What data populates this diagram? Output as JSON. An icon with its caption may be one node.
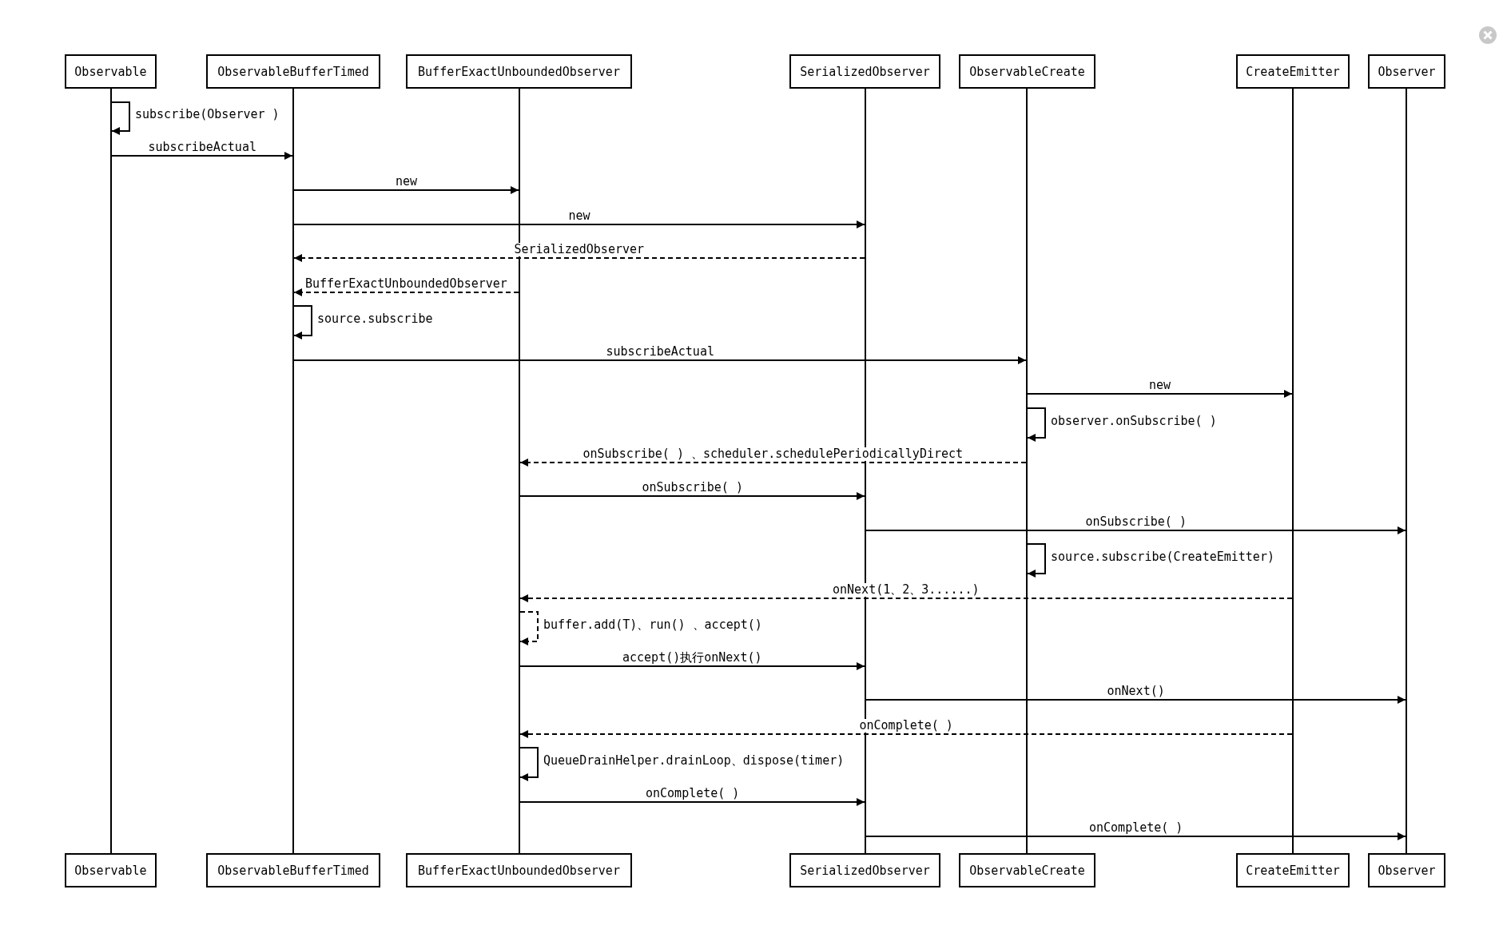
{
  "diagram": {
    "nodes": [
      {
        "text": [
          "Observable"
        ]
      },
      {
        "text": [
          "ObservableBufferTimed"
        ]
      },
      {
        "text": [
          "BufferExactUnboundedObserver"
        ]
      },
      {
        "text": [
          "SerializedObserver"
        ]
      },
      {
        "text": [
          "ObservableCreate"
        ]
      },
      {
        "text": [
          "CreateEmitter"
        ]
      },
      {
        "text": [
          "Observer"
        ]
      },
      {
        "text": [],
        "shape": "bar"
      },
      {
        "text": [],
        "shape": "bar"
      },
      {
        "text": [],
        "shape": "bar"
      },
      {
        "text": [],
        "shape": "bar"
      },
      {
        "text": [],
        "shape": "bar"
      },
      {
        "text": [],
        "shape": "bar"
      },
      {
        "text": [],
        "shape": "bar"
      },
      {
        "text": [
          "Observable"
        ]
      },
      {
        "text": [
          "ObservableBufferTimed"
        ]
      },
      {
        "text": [
          "BufferExactUnboundedObserver"
        ]
      },
      {
        "text": [
          "SerializedObserver"
        ]
      },
      {
        "text": [
          "ObservableCreate"
        ]
      },
      {
        "text": [
          "CreateEmitter"
        ]
      },
      {
        "text": [
          "Observer"
        ]
      }
    ],
    "edges": [
      {
        "from": 7,
        "to": 7,
        "arrow": "to",
        "label": "subscribe(Observer )"
      },
      {
        "from": 7,
        "to": 8,
        "arrow": "to",
        "label": "subscribeActual"
      },
      {
        "from": 8,
        "to": 9,
        "arrow": "to",
        "label": "new"
      },
      {
        "from": 8,
        "to": 10,
        "arrow": "to",
        "label": "new"
      },
      {
        "from": 10,
        "to": 8,
        "arrow": "to",
        "label": "SerializedObserver",
        "style": "dashed"
      },
      {
        "from": 9,
        "to": 8,
        "arrow": "to",
        "label": "BufferExactUnboundedObserver",
        "style": "dashed"
      },
      {
        "from": 8,
        "to": 8,
        "arrow": "to",
        "label": "source.subscribe"
      },
      {
        "from": 8,
        "to": 11,
        "arrow": "to",
        "label": "subscribeActual"
      },
      {
        "from": 11,
        "to": 12,
        "arrow": "to",
        "label": "new"
      },
      {
        "from": 11,
        "to": 11,
        "arrow": "to",
        "label": "observer.onSubscribe( )"
      },
      {
        "from": 11,
        "to": 9,
        "arrow": "to",
        "label": "onSubscribe( ) 、scheduler.schedulePeriodicallyDirect",
        "style": "dashed"
      },
      {
        "from": 9,
        "to": 10,
        "arrow": "to",
        "label": "onSubscribe( )"
      },
      {
        "from": 10,
        "to": 13,
        "arrow": "to",
        "label": "onSubscribe( )"
      },
      {
        "from": 11,
        "to": 11,
        "arrow": "to",
        "label": "source.subscribe(CreateEmitter)"
      },
      {
        "from": 12,
        "to": 9,
        "arrow": "to",
        "label": "onNext(1、2、3......)",
        "style": "dashed"
      },
      {
        "from": 9,
        "to": 9,
        "arrow": "to",
        "label": "buffer.add(T)、run() 、accept()",
        "style": "dashed"
      },
      {
        "from": 9,
        "to": 10,
        "arrow": "to",
        "label": "accept()执行onNext()"
      },
      {
        "from": 10,
        "to": 13,
        "arrow": "to",
        "label": "onNext()"
      },
      {
        "from": 12,
        "to": 9,
        "arrow": "to",
        "label": "onComplete( )",
        "style": "dashed"
      },
      {
        "from": 9,
        "to": 9,
        "arrow": "to",
        "label": "QueueDrainHelper.drainLoop、dispose(timer)"
      },
      {
        "from": 9,
        "to": 10,
        "arrow": "to",
        "label": "onComplete( )"
      },
      {
        "from": 10,
        "to": 13,
        "arrow": "to",
        "label": "onComplete( )"
      }
    ]
  }
}
